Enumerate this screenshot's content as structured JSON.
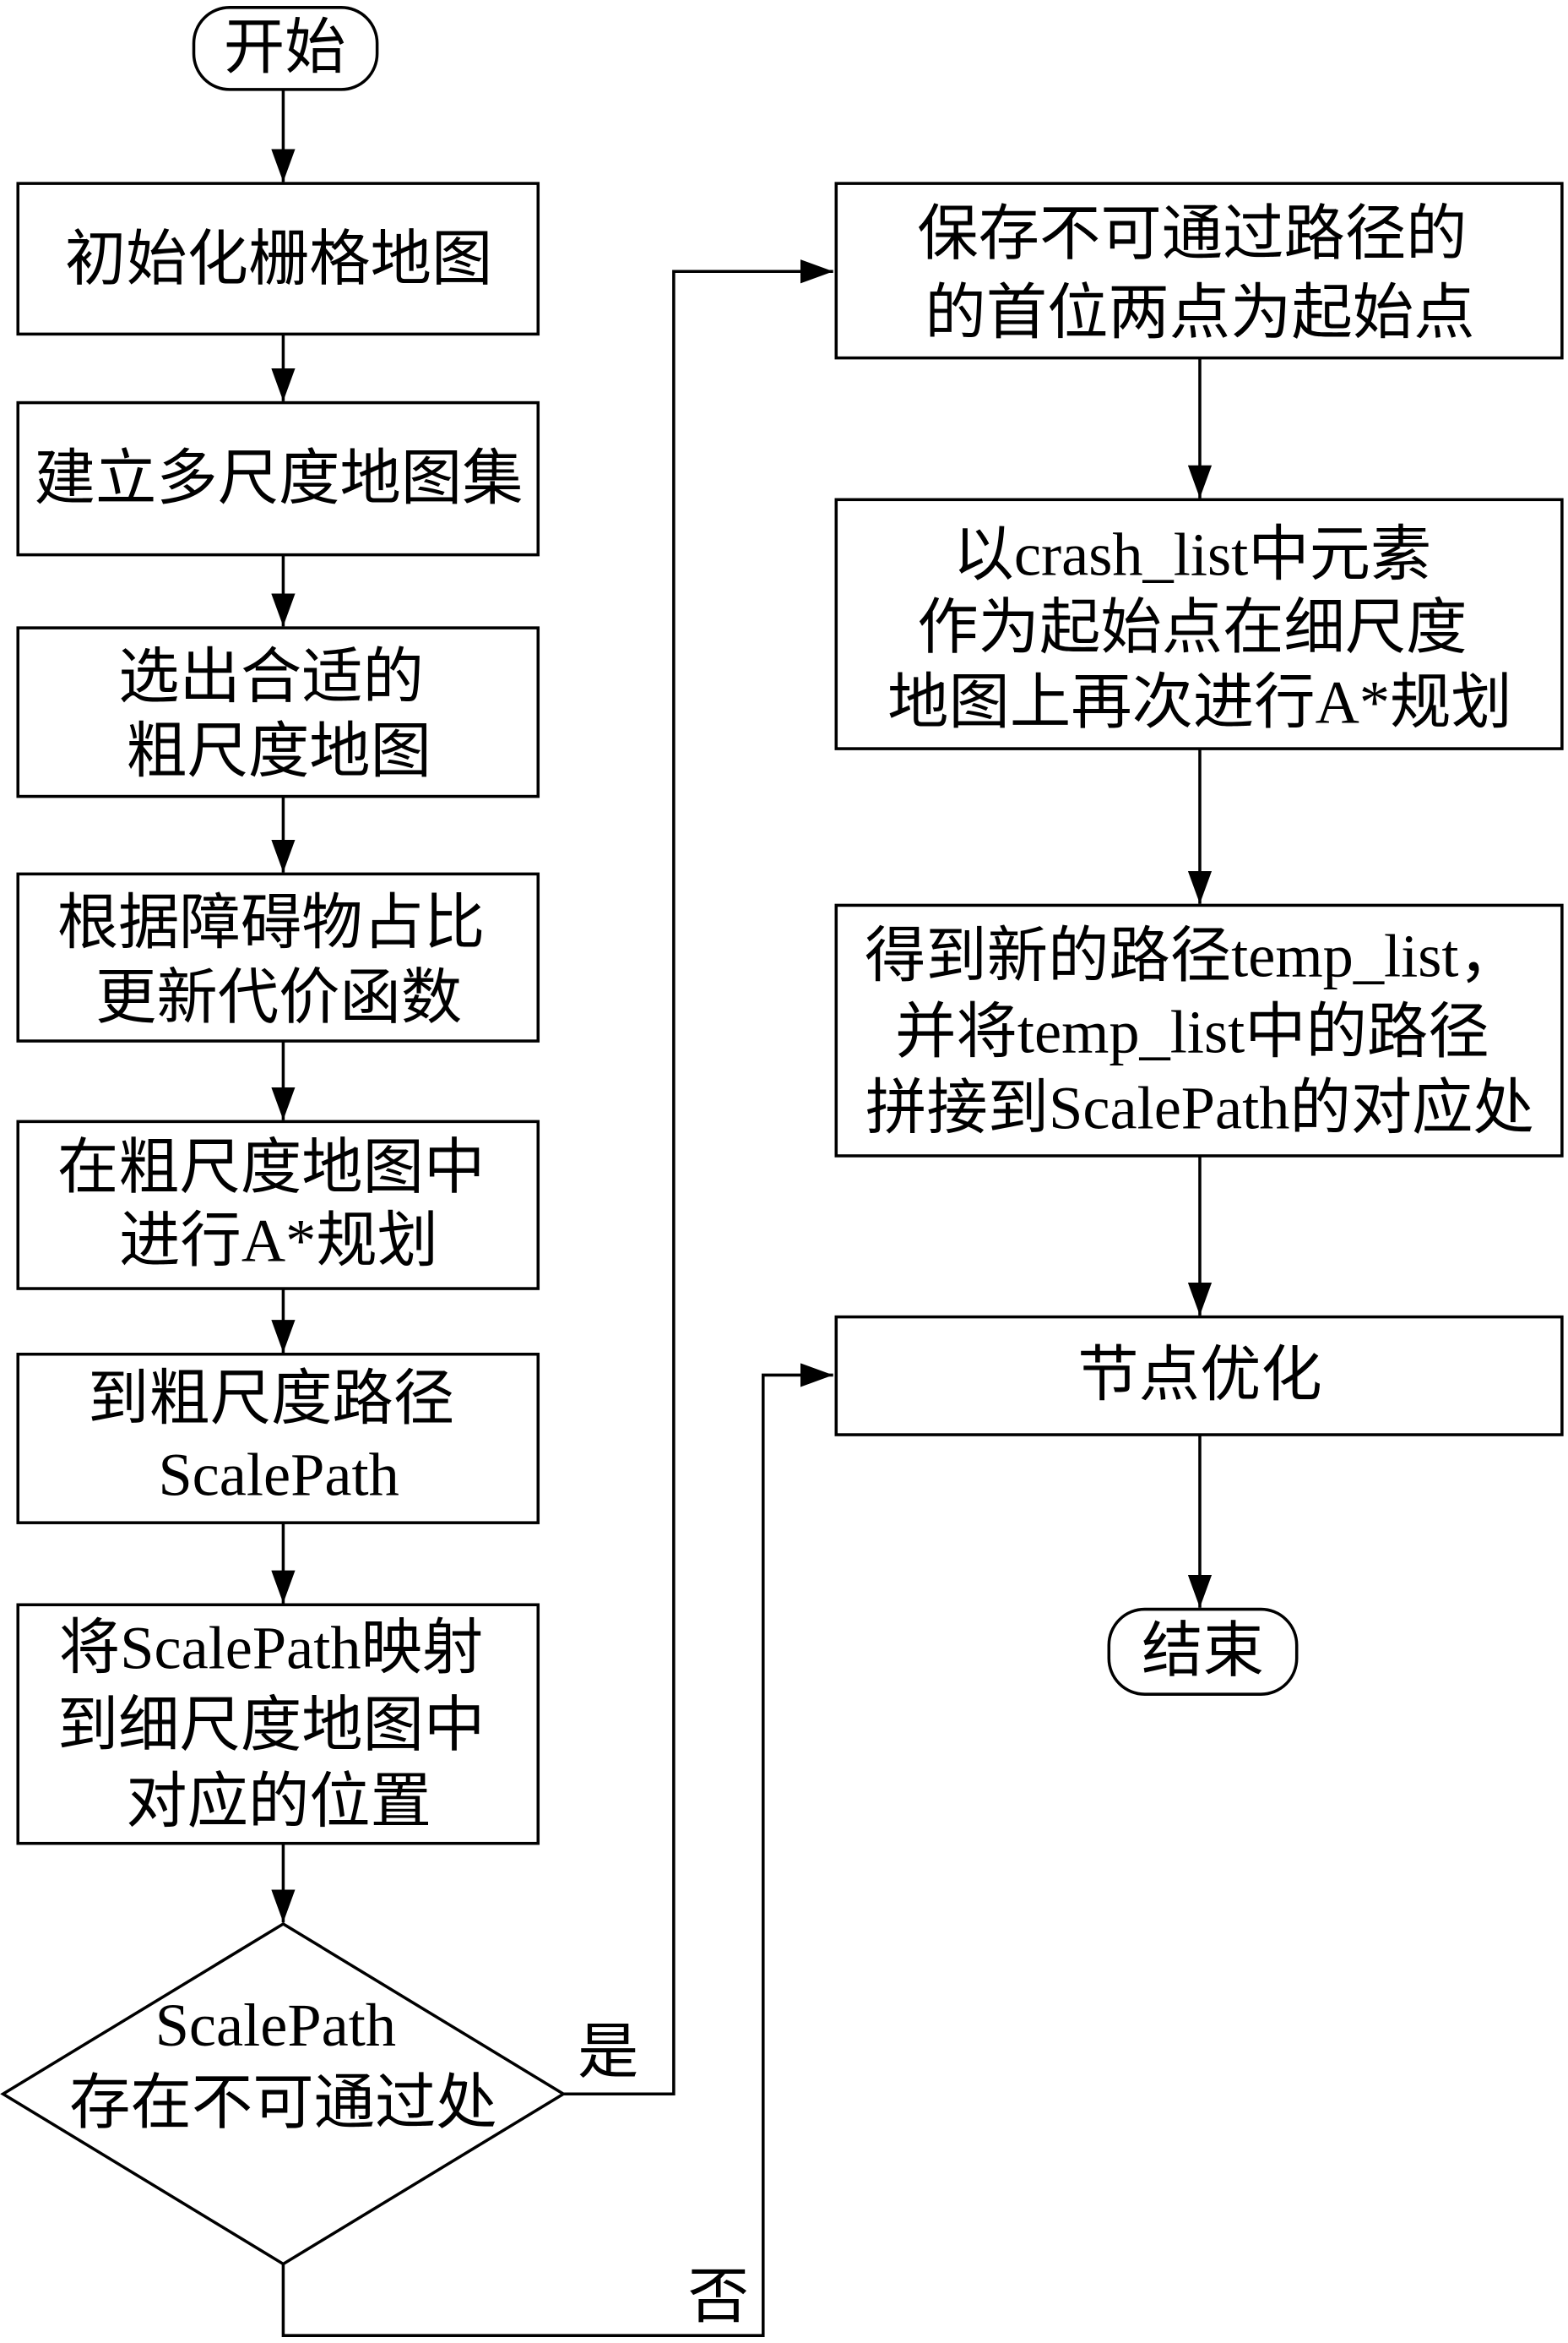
{
  "flowchart": {
    "start": "开始",
    "left_steps": [
      {
        "lines": [
          "初始化栅格地图"
        ]
      },
      {
        "lines": [
          "建立多尺度地图集"
        ]
      },
      {
        "lines": [
          "选出合适的",
          "粗尺度地图"
        ]
      },
      {
        "lines": [
          "根据障碍物占比",
          "更新代价函数"
        ]
      },
      {
        "lines": [
          "在粗尺度地图中",
          "进行A*规划"
        ]
      },
      {
        "lines": [
          "到粗尺度路径",
          "ScalePath"
        ]
      },
      {
        "lines": [
          "将ScalePath映射",
          "到细尺度地图中",
          "对应的位置"
        ]
      }
    ],
    "decision": {
      "lines": [
        "ScalePath",
        "存在不可通过处"
      ],
      "yes_label": "是",
      "no_label": "否"
    },
    "right_steps": [
      {
        "lines": [
          "保存不可通过路径的",
          "的首位两点为起始点"
        ]
      },
      {
        "lines": [
          "以crash_list中元素",
          "作为起始点在细尺度",
          "地图上再次进行A*规划"
        ]
      },
      {
        "lines": [
          "得到新的路径temp_list，",
          "并将temp_list中的路径",
          "拼接到ScalePath的对应处"
        ]
      },
      {
        "lines": [
          "节点优化"
        ]
      }
    ],
    "end": "结束"
  },
  "colors": {
    "stroke": "#000000",
    "background": "#ffffff"
  }
}
